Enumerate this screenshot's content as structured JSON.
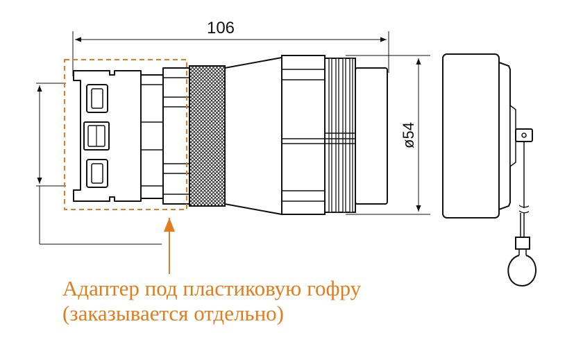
{
  "dimensions": {
    "overall_length": "106",
    "diameter": "ø54"
  },
  "annotation": {
    "line1": "Адаптер под пластиковую гофру",
    "line2": "(заказывается отдельно)"
  },
  "colors": {
    "line": "#111111",
    "accent": "#e07d1c",
    "fill": "#ffffff"
  }
}
